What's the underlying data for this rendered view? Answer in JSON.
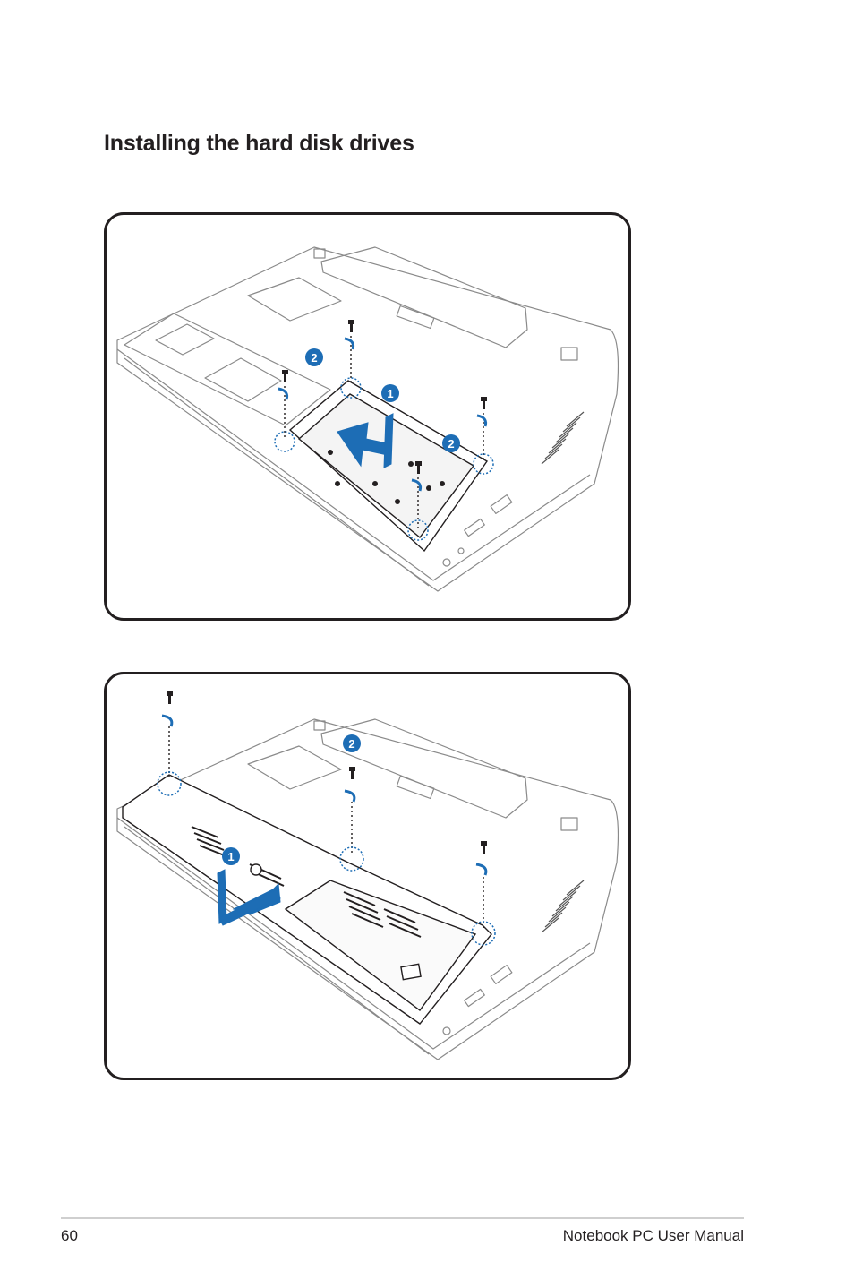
{
  "page": {
    "title": "Installing the hard disk drives",
    "page_number": "60",
    "manual_title": "Notebook PC User Manual"
  },
  "figure1": {
    "step_badges": [
      "1",
      "2",
      "2"
    ],
    "icons": [
      "screw-icon",
      "rotate-arrow-icon",
      "slide-arrow-icon",
      "hard-disk-drive-icon"
    ]
  },
  "figure2": {
    "step_badges": [
      "1",
      "2"
    ],
    "icons": [
      "screw-icon",
      "rotate-arrow-icon",
      "slide-arrow-icon",
      "compartment-cover-icon"
    ]
  },
  "colors": {
    "accent_blue": "#1d6db5",
    "line_gray": "#8a8a8a",
    "text_dark": "#231f20"
  }
}
